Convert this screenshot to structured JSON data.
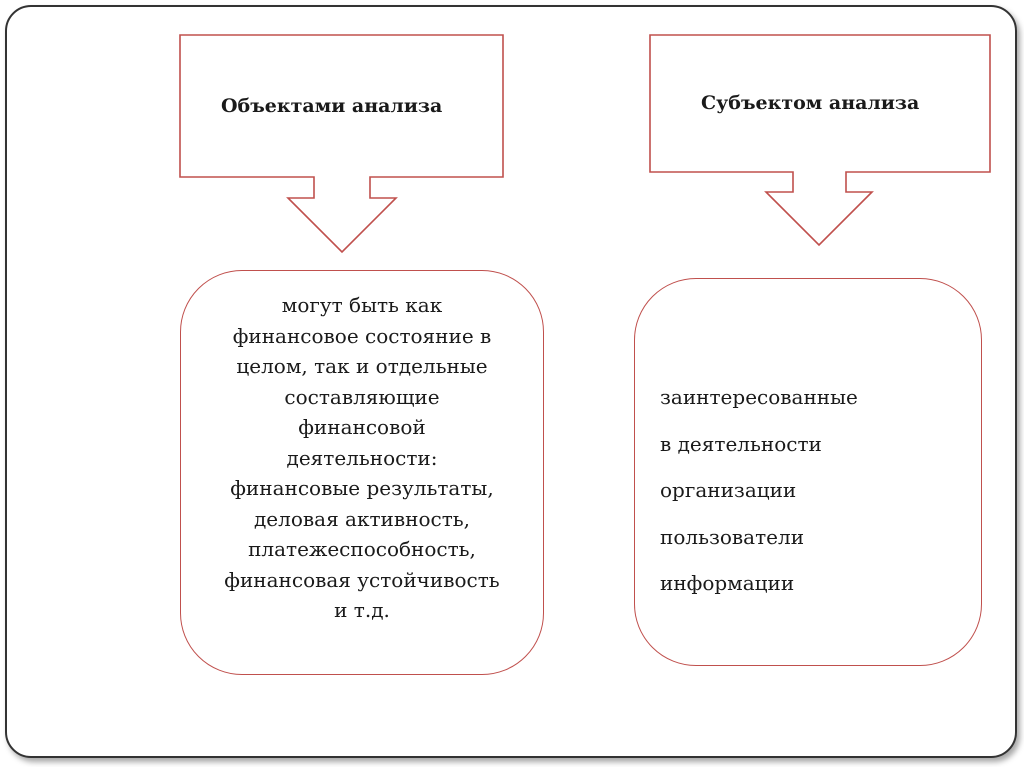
{
  "diagram": {
    "objects_title": "Объектами анализа",
    "subject_title": "Субъектом анализа",
    "objects_lines": [
      "могут быть как",
      "финансовое состояние в",
      "целом, так и отдельные",
      "составляющие",
      "финансовой",
      "деятельности:",
      "финансовые результаты,",
      "деловая активность,",
      "платежеспособность,",
      "финансовая устойчивость",
      "и т.д."
    ],
    "subject_lines": [
      "заинтересованные",
      "в деятельности",
      "организации",
      "пользователи",
      "информации"
    ]
  },
  "colors": {
    "accent": "#c0504d",
    "frame": "#333333",
    "text": "#1a1a1a"
  }
}
